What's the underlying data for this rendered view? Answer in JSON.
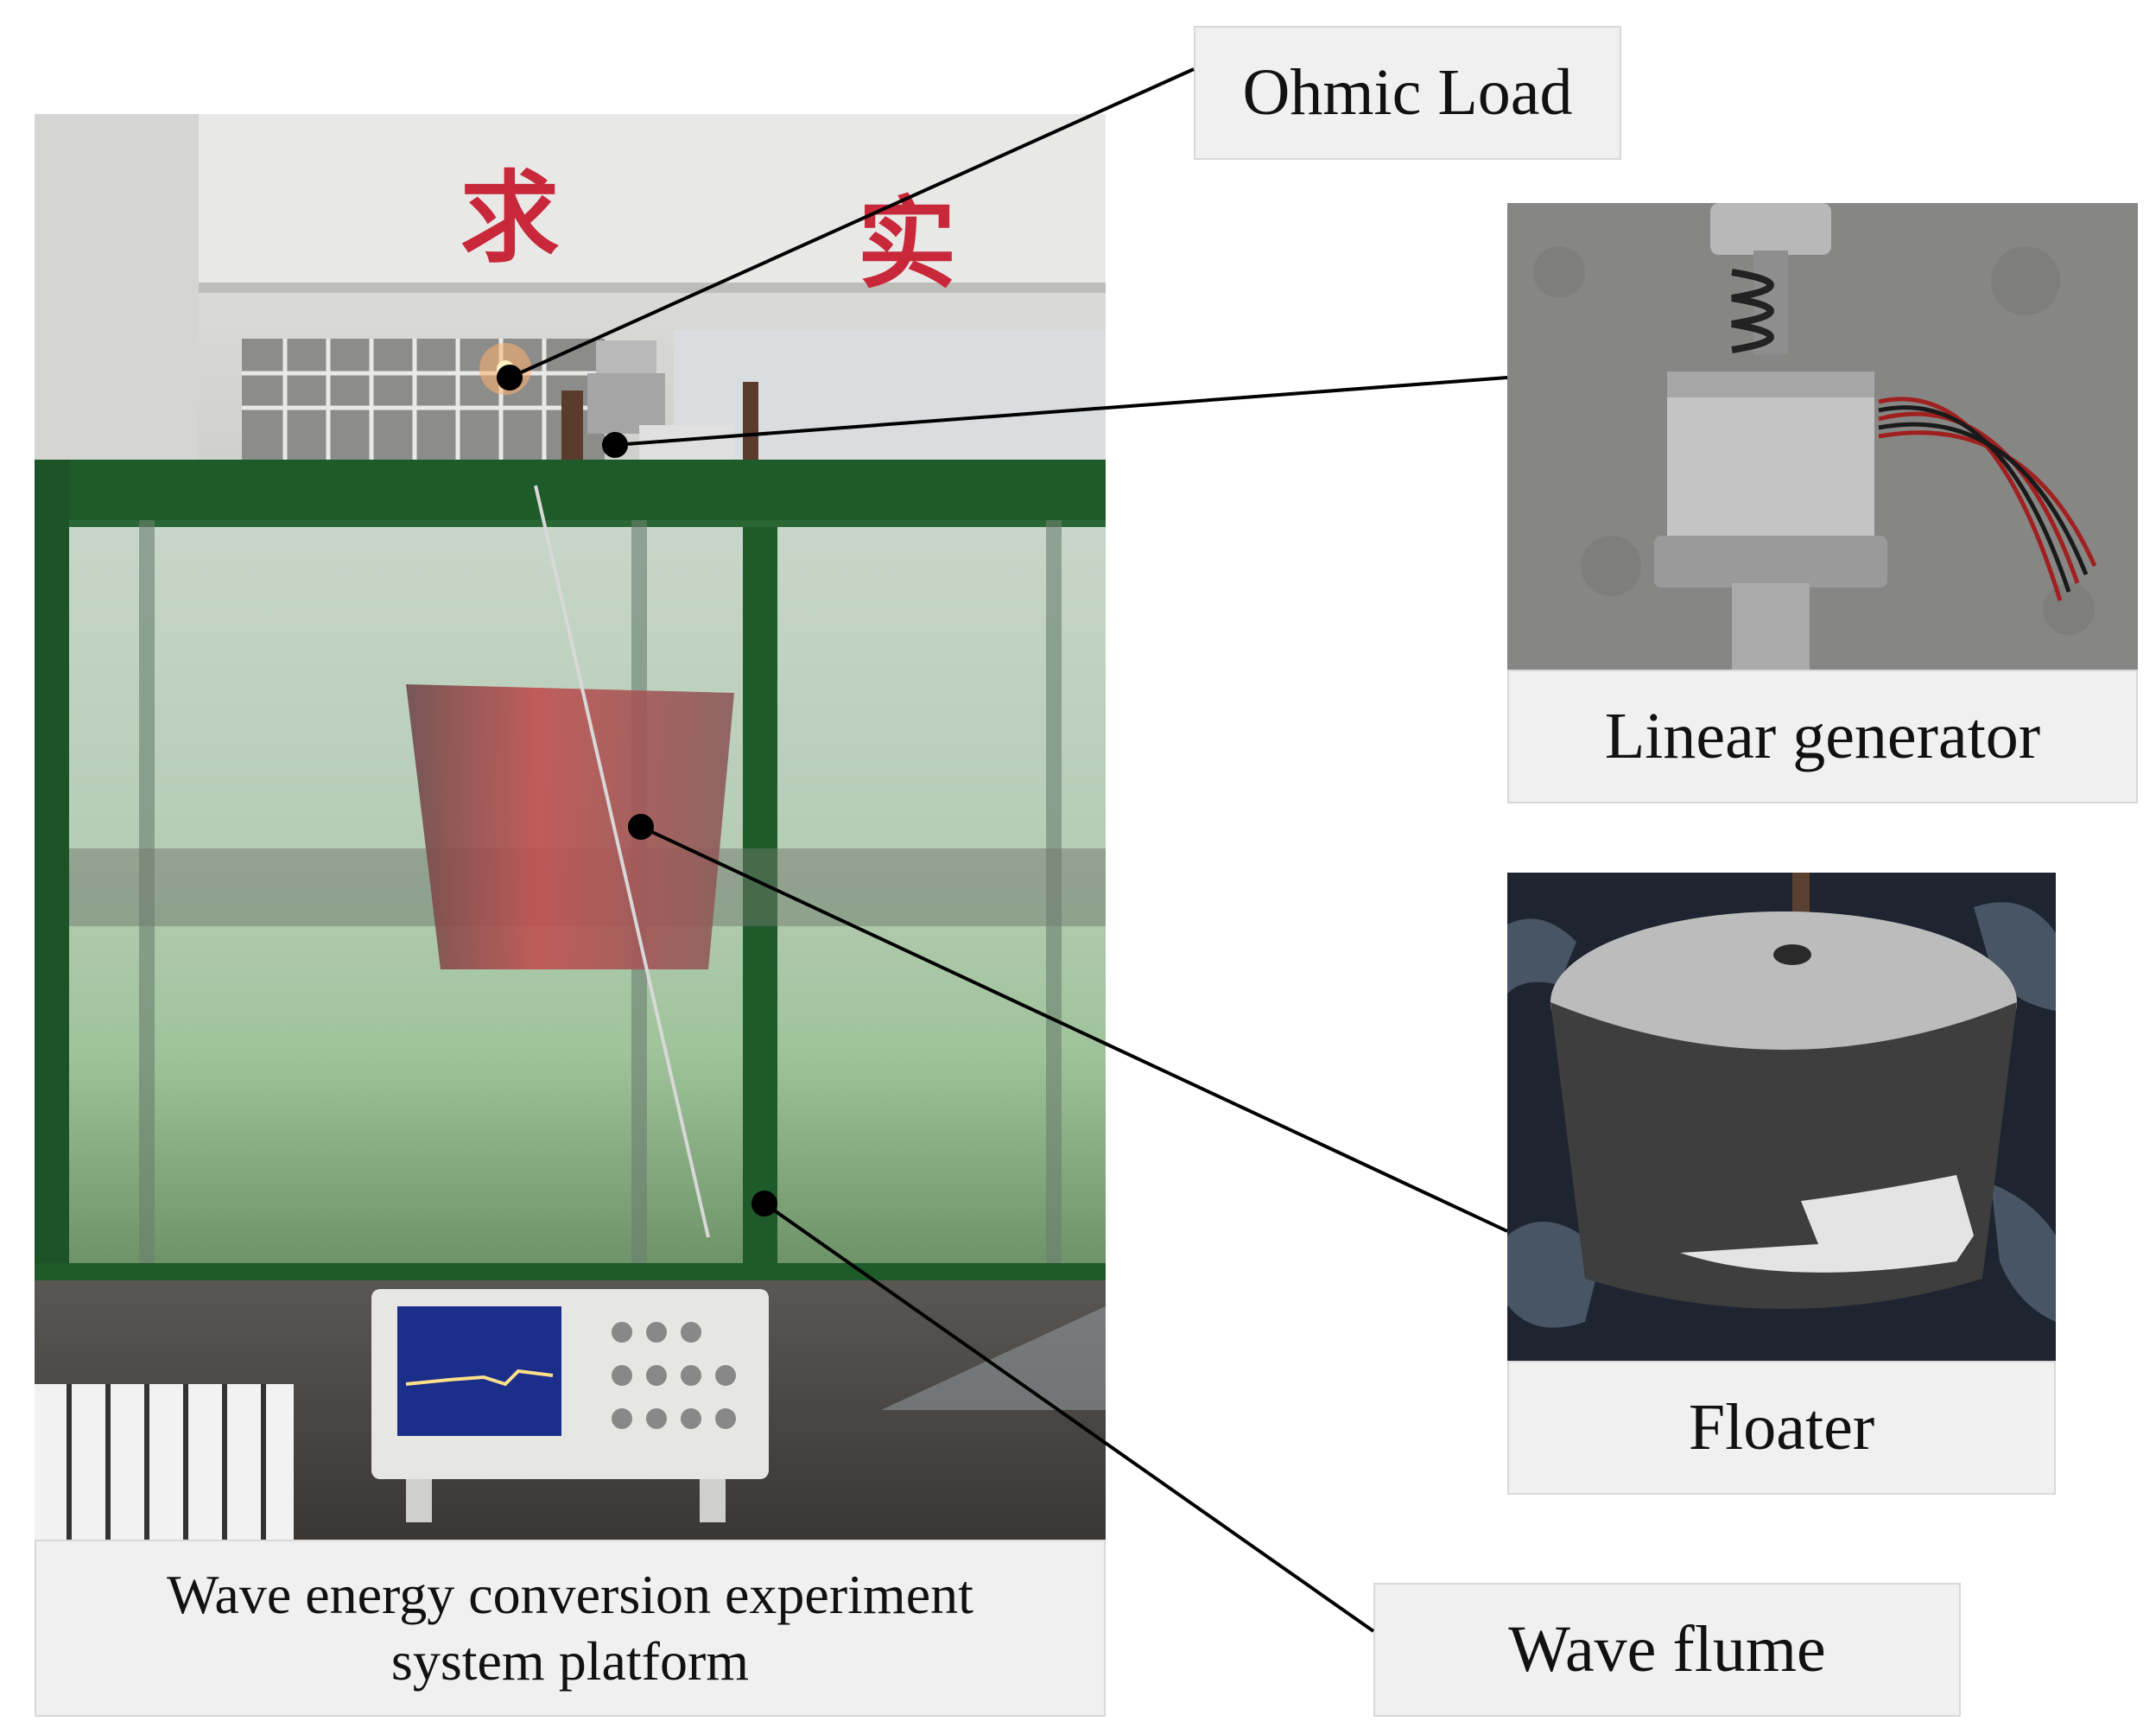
{
  "labels": {
    "ohmic_load": "Ohmic Load",
    "linear_generator": "Linear generator",
    "floater": "Floater",
    "wave_flume": "Wave flume",
    "platform_line1": "Wave energy conversion experiment",
    "platform_line2": "system platform"
  },
  "photo_text": {
    "sign_char_1": "求",
    "sign_char_2": "实"
  },
  "colors": {
    "label_bg": "#f0f0f0",
    "flume_frame": "#1f5a2a",
    "sign_red": "#c8283a",
    "water": "#a8c9a0"
  }
}
